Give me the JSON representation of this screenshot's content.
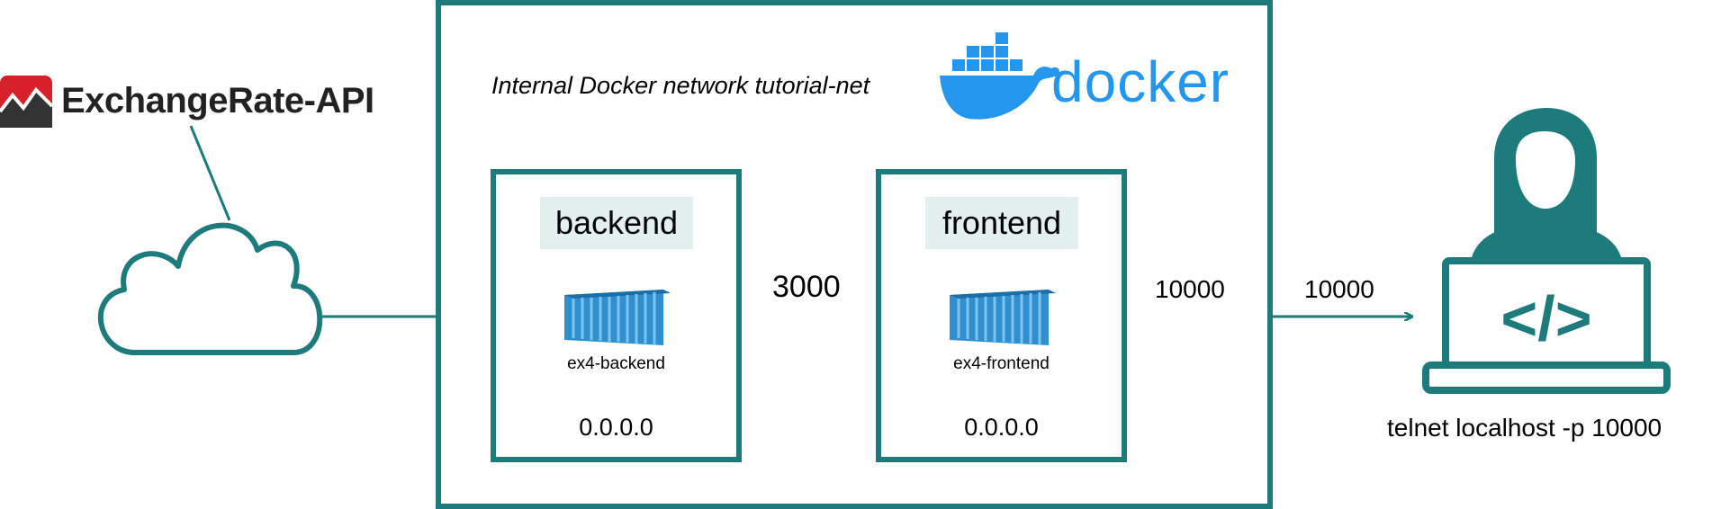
{
  "colors": {
    "teal": "#1e7b7b",
    "docker_blue": "#2496ed",
    "label_bg": "#e4f0ed",
    "logo_red": "#d7202a",
    "logo_dark": "#333333"
  },
  "logo": {
    "text": "ExchangeRate-API",
    "icon": "exchangerate-logo-icon"
  },
  "network": {
    "label": "Internal Docker network tutorial-net"
  },
  "docker": {
    "wordmark": "docker",
    "icon": "docker-whale-icon"
  },
  "backend": {
    "title": "backend",
    "image": "ex4-backend",
    "address": "0.0.0.0",
    "icon": "container-icon"
  },
  "frontend": {
    "title": "frontend",
    "image": "ex4-frontend",
    "address": "0.0.0.0",
    "icon": "container-icon"
  },
  "ports": {
    "internal": "3000",
    "exposed": "10000",
    "host": "10000"
  },
  "client": {
    "command": "telnet localhost -p 10000",
    "icon": "developer-laptop-icon",
    "code_glyph": "</>"
  },
  "cloud": {
    "icon": "cloud-icon"
  }
}
